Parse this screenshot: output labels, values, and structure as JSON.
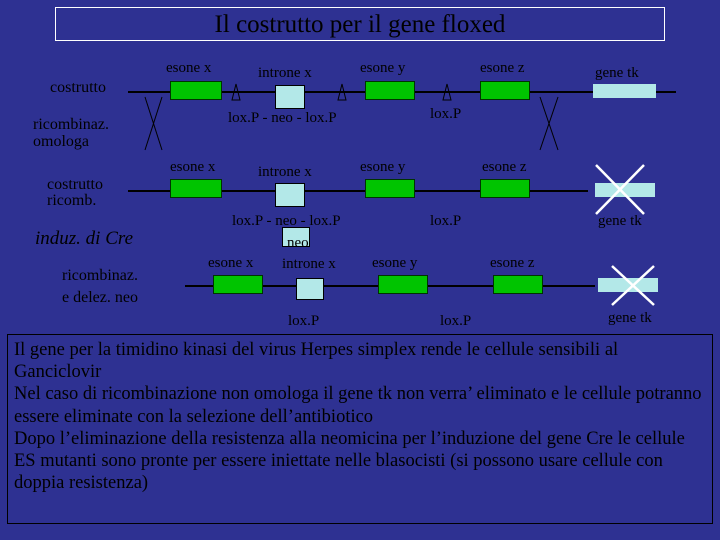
{
  "title": "Il costrutto per il gene floxed",
  "row_labels": {
    "costrutto": "costrutto",
    "ricombinaz_omologa_1": "ricombinaz.",
    "ricombinaz_omologa_2": "omologa",
    "costrutto_ricomb_1": "costrutto",
    "costrutto_ricomb_2": "ricomb.",
    "induz_cre": "induz. di Cre",
    "ricombinaz_delez_1": "ricombinaz.",
    "ricombinaz_delez_2": "e delez. neo"
  },
  "row1": {
    "esone_x": "esone x",
    "introne_x": "introne x",
    "esone_y": "esone y",
    "esone_z": "esone z",
    "gene_tk": "gene tk",
    "loxp_neo_loxp": "lox.P - neo - lox.P",
    "loxp": "lox.P"
  },
  "row2": {
    "esone_x": "esone x",
    "introne_x": "introne x",
    "esone_y": "esone y",
    "esone_z": "esone z",
    "loxp_neo_loxp": "lox.P - neo - lox.P",
    "loxp": "lox.P",
    "gene_tk": "gene tk"
  },
  "row3": {
    "neo": "neo",
    "esone_x": "esone x",
    "introne_x": "introne x",
    "esone_y": "esone y",
    "esone_z": "esone z",
    "loxp_left": "lox.P",
    "loxp_right": "lox.P",
    "gene_tk": "gene tk"
  },
  "caption": [
    "Il gene per la timidino kinasi del virus Herpes simplex rende le cellule sensibili al Ganciclovir",
    "Nel caso di ricombinazione non omologa il gene tk non verra’ eliminato e le cellule potranno essere eliminate con la selezione dell’antibiotico",
    "Dopo l’eliminazione della resistenza alla neomicina per l’induzione del gene Cre le cellule ES mutanti sono pronte per essere iniettate nelle blasocisti (si possono usare cellule con doppia resistenza)"
  ],
  "colors": {
    "background": "#2e3192",
    "exon": "#00c400",
    "intron": "#b3e8e8",
    "cross": "#ffffff"
  }
}
